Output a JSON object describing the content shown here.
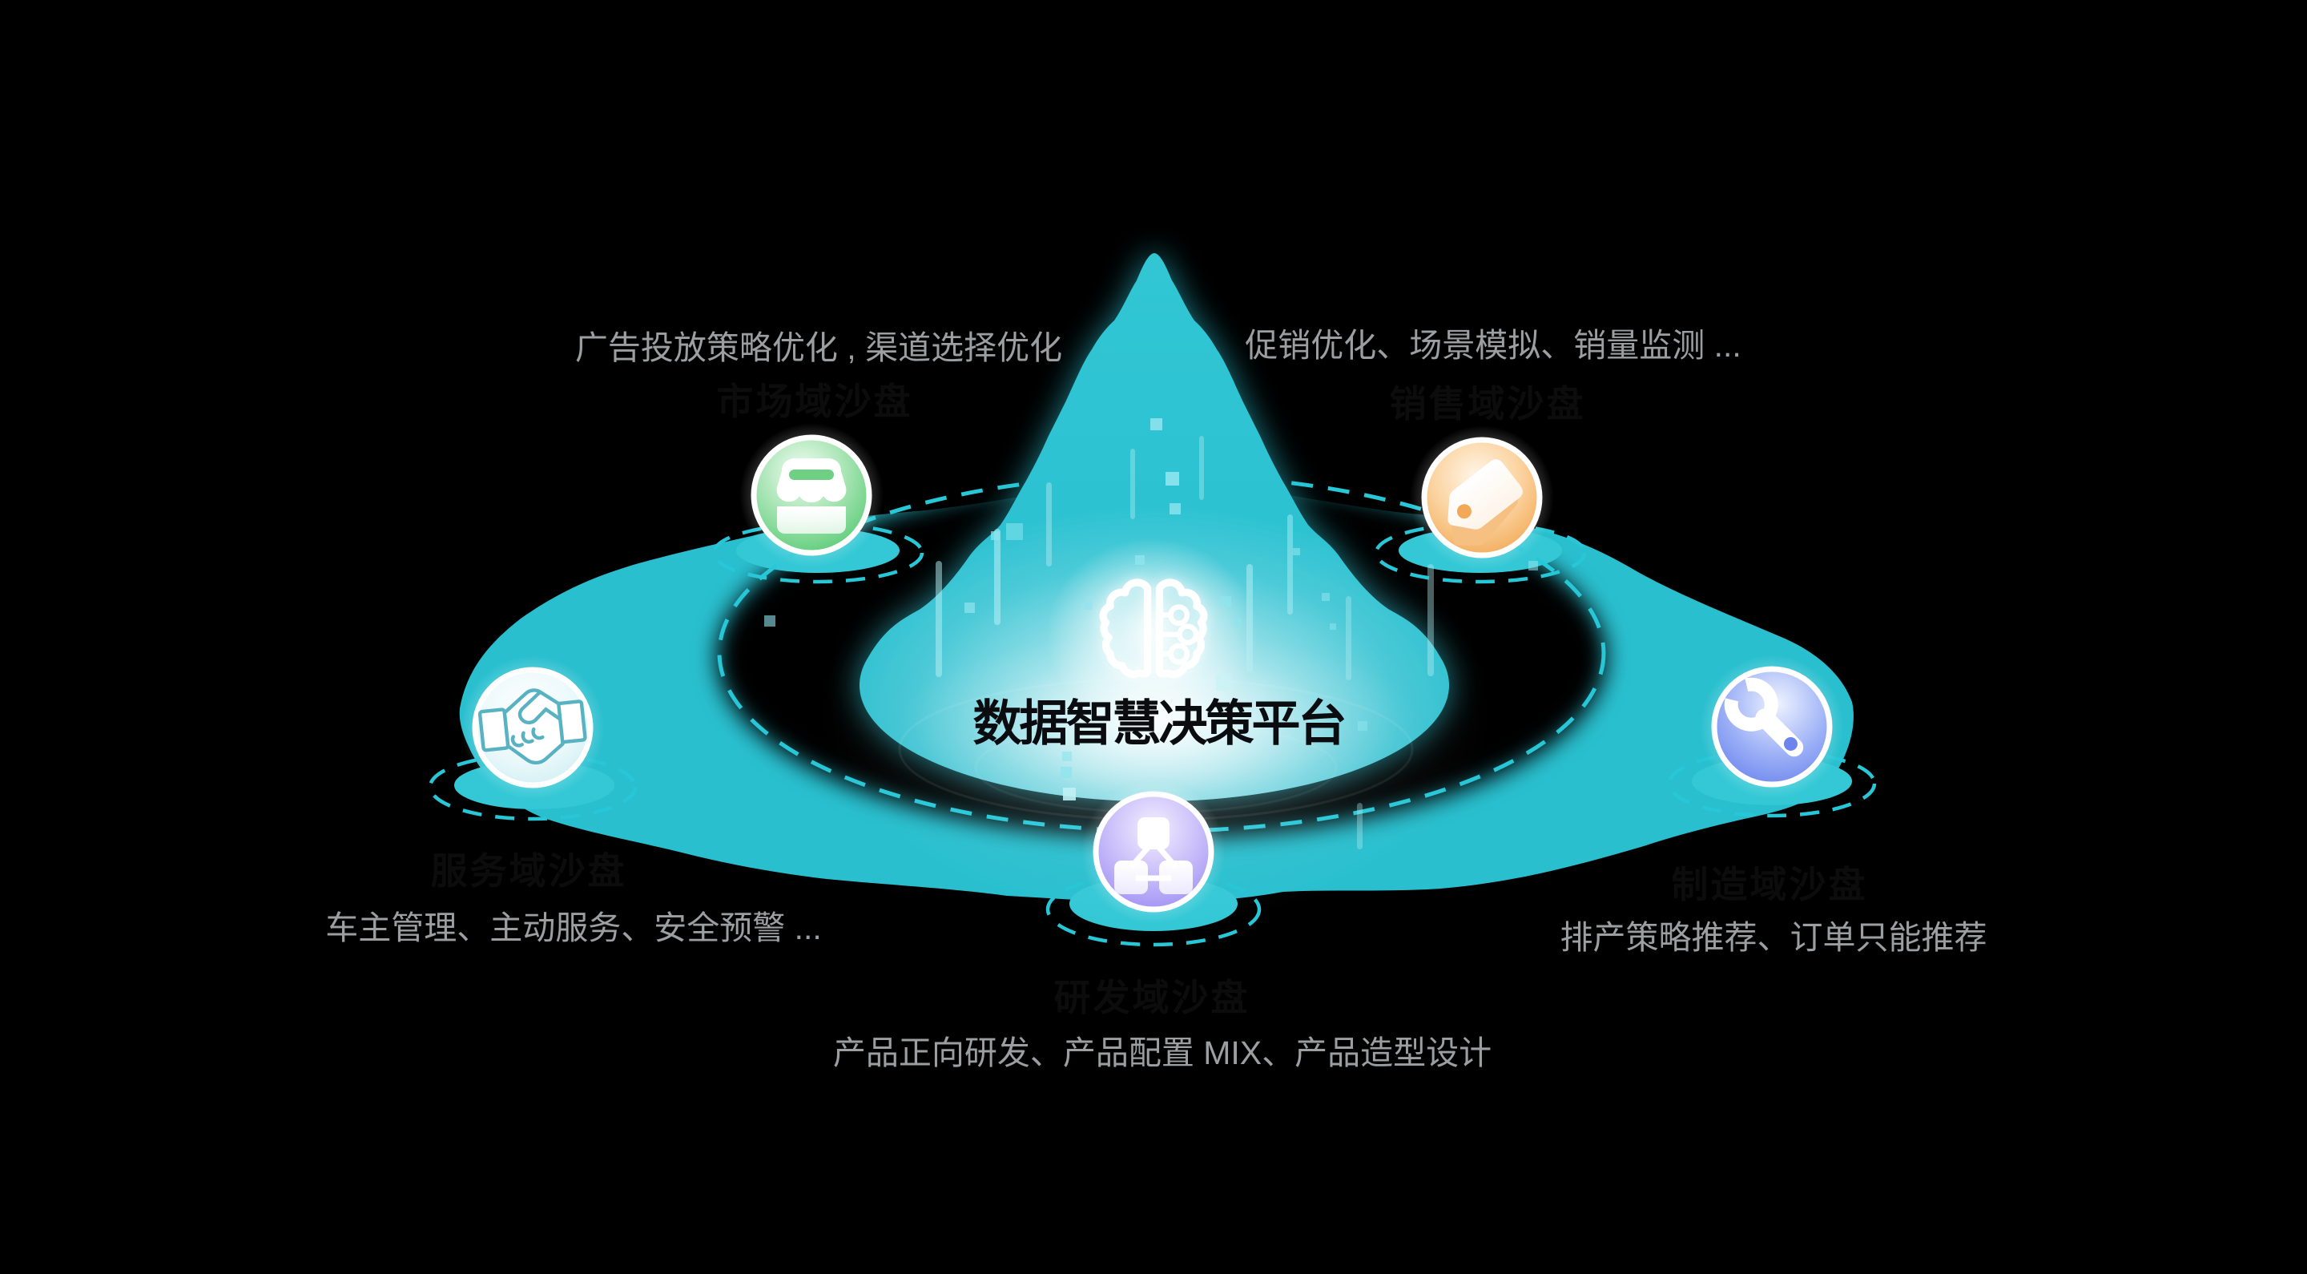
{
  "canvas": {
    "background": "#000000"
  },
  "center": {
    "title": "数据智慧决策平台",
    "icon": "brain-circuit-icon"
  },
  "nodes": [
    {
      "id": "market",
      "title": "市场域沙盘",
      "subtitle": "广告投放策略优化 , 渠道选择优化",
      "icon": "storefront-icon",
      "accent": "#47c568"
    },
    {
      "id": "sales",
      "title": "销售域沙盘",
      "subtitle": "促销优化、场景模拟、销量监测 ...",
      "icon": "price-tag-icon",
      "accent": "#f09d3f"
    },
    {
      "id": "service",
      "title": "服务域沙盘",
      "subtitle": "车主管理、主动服务、安全预警 ...",
      "icon": "handshake-icon",
      "accent": "#bfe9ef"
    },
    {
      "id": "manufacturing",
      "title": "制造域沙盘",
      "subtitle": "排产策略推荐、订单只能推荐",
      "icon": "wrench-icon",
      "accent": "#5b74ea"
    },
    {
      "id": "rnd",
      "title": "研发域沙盘",
      "subtitle": "产品正向研发、产品配置 MIX、产品造型设计",
      "icon": "sitemap-icon",
      "accent": "#8d7bf0"
    }
  ],
  "colors": {
    "platform_teal": "#29bfcf",
    "mountain_teal": "#2cc3d3",
    "pedestal_teal": "#34c8d6",
    "dash_teal": "#27c7d7",
    "glow_white": "#ffffff",
    "subtitle_gray": "#9c9fa1",
    "ghost_title_dark": "#0c0c0d",
    "main_title_dark": "#0a0c0f"
  }
}
